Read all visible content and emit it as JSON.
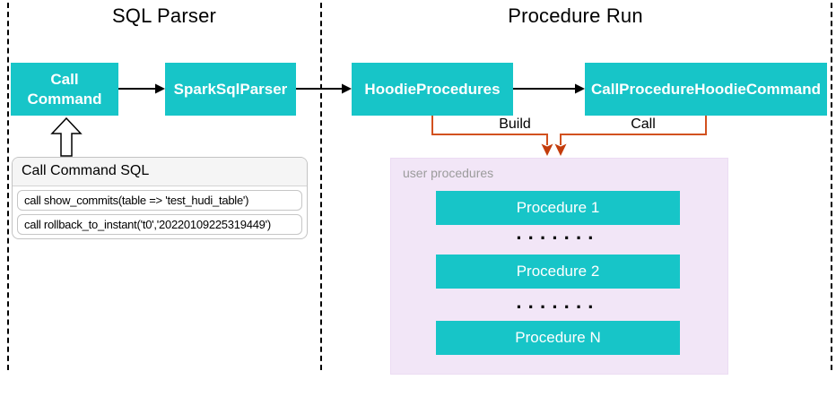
{
  "sections": {
    "sql_parser": {
      "title": "SQL Parser"
    },
    "procedure_run": {
      "title": "Procedure Run"
    }
  },
  "nodes": {
    "call_command": "Call Command",
    "spark_sql_parser": "SparkSqlParser",
    "hoodie_procedures": "HoodieProcedures",
    "call_procedure_hoodie_command": "CallProcedureHoodieCommand"
  },
  "edges": {
    "build_label": "Build",
    "call_label": "Call"
  },
  "sql_box": {
    "header": "Call Command SQL",
    "rows": [
      "call show_commits(table => 'test_hudi_table')",
      "call rollback_to_instant('t0','20220109225319449')"
    ]
  },
  "user_procedures": {
    "label": "user procedures",
    "items": [
      "Procedure 1",
      "Procedure 2",
      "Procedure N"
    ],
    "ellipsis": "·······"
  },
  "colors": {
    "node_teal": "#17c5c8",
    "orange_connector": "#d2511f",
    "orange_arrowhead": "#c33c0b",
    "panel_purple": "#f2e6f7",
    "panel_label_gray": "#9b9b9b",
    "header_gray": "#f5f5f5"
  }
}
